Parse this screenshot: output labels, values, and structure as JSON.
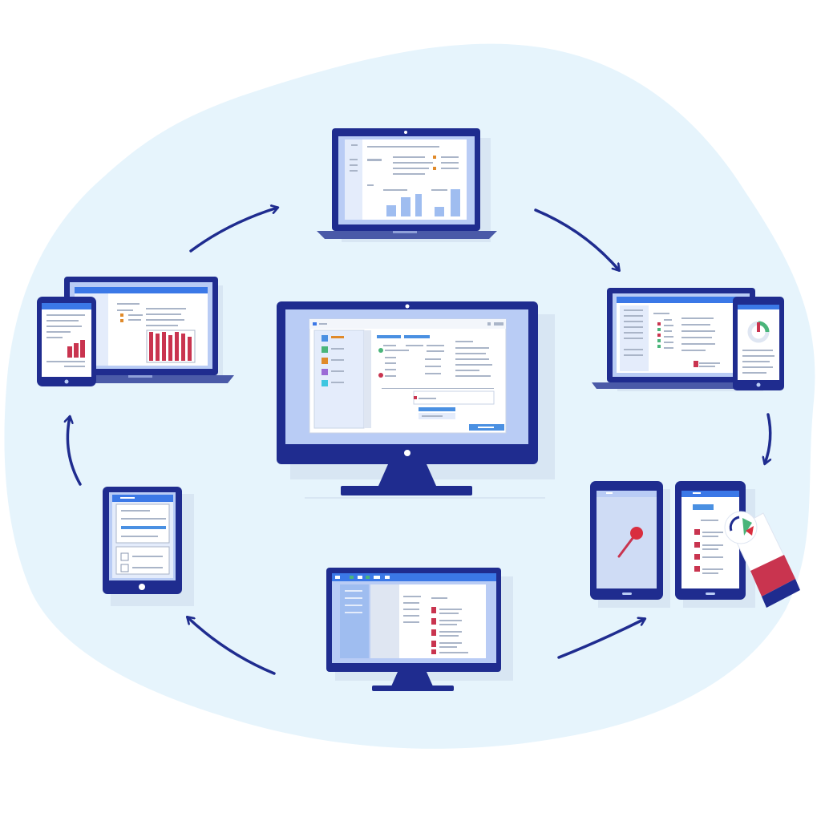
{
  "colors": {
    "background": "#ffffff",
    "blob": "#e6f4fc",
    "frame": "#1f2c8f",
    "screen": "#b9ccf5",
    "window": "#ffffff",
    "panel": "#e4ecfb",
    "titlebar": "#3b78e7",
    "accent_blue": "#4a90e2",
    "bar_blue": "#9fbdf0",
    "bar_red": "#c9344f",
    "pin_red": "#d92e3f",
    "line_gray": "#aab5c8",
    "shadow": "#d8e6f3",
    "arrow": "#1f2c8f"
  },
  "icons": [
    "laptop-icon",
    "desktop-monitor-icon",
    "tablet-icon",
    "smartphone-icon",
    "bar-chart-icon",
    "map-pin-icon",
    "donut-chart-icon",
    "checkbox-icon",
    "hand-holding-phone-icon",
    "cycle-arrow-icon"
  ],
  "devices": [
    {
      "kind": "laptop",
      "role": "dashboard-with-bar-chart"
    },
    {
      "kind": "laptop-and-tablet",
      "role": "document-view-with-donut-chart"
    },
    {
      "kind": "smartphone-pair",
      "role": "map-pin-and-checklist"
    },
    {
      "kind": "desktop-monitor",
      "role": "list-view"
    },
    {
      "kind": "tablet",
      "role": "form-view"
    },
    {
      "kind": "laptop-and-tablet",
      "role": "report-with-bar-chart"
    },
    {
      "kind": "desktop-monitor",
      "role": "central-application-window"
    }
  ],
  "flow": {
    "arrows": 6,
    "direction": "clockwise"
  }
}
